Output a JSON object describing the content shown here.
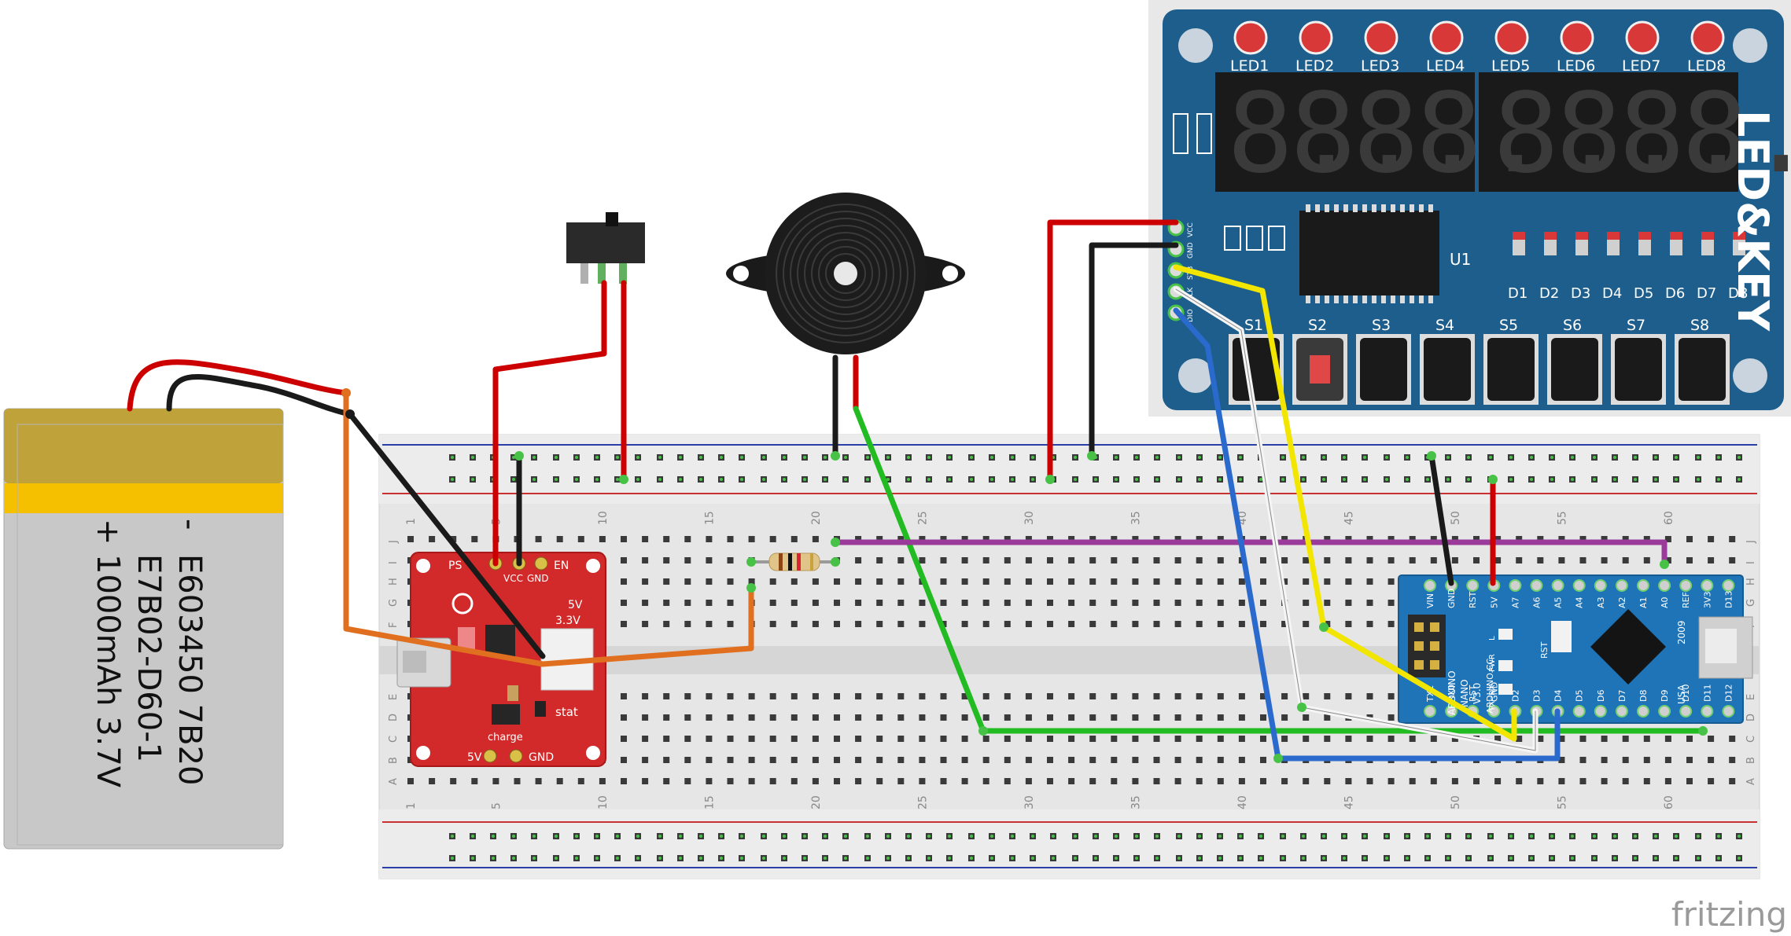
{
  "battery": {
    "polarity_minus": "-",
    "polarity_plus": "+",
    "line1": "E603450 7B20",
    "line2": "E7B02-D60-1",
    "line3": "1000mAh 3.7V"
  },
  "breadboard": {
    "column_numbers": [
      "1",
      "5",
      "10",
      "15",
      "20",
      "25",
      "30",
      "35",
      "40",
      "45",
      "50",
      "55",
      "60"
    ],
    "row_letters_top": [
      "J",
      "I",
      "H",
      "G",
      "F"
    ],
    "row_letters_bottom": [
      "E",
      "D",
      "C",
      "B",
      "A"
    ]
  },
  "charger": {
    "label_ps": "PS",
    "label_vcc": "VCC",
    "label_gnd": "GND",
    "label_en": "EN",
    "label_5v": "5V",
    "label_33v": "3.3V",
    "label_stat": "stat",
    "label_charge": "charge",
    "label_5v_bottom": "5V",
    "label_gnd_bottom": "GND"
  },
  "ledkey": {
    "brand": "LED&KEY",
    "chip": "U1",
    "leds": [
      "LED1",
      "LED2",
      "LED3",
      "LED4",
      "LED5",
      "LED6",
      "LED7",
      "LED8"
    ],
    "diodes": [
      "D1",
      "D2",
      "D3",
      "D4",
      "D5",
      "D6",
      "D7",
      "D8"
    ],
    "switches": [
      "S1",
      "S2",
      "S3",
      "S4",
      "S5",
      "S6",
      "S7",
      "S8"
    ],
    "digits": [
      "8.",
      "8.",
      "8.",
      "8.",
      "8.",
      "8.",
      "8.",
      "8."
    ],
    "pins": [
      "VCC",
      "GND",
      "STB",
      "CLK",
      "DIO"
    ]
  },
  "nano": {
    "top_pins": [
      "VIN",
      "GND",
      "RST",
      "5V",
      "A7",
      "A6",
      "A5",
      "A4",
      "A3",
      "A2",
      "A1",
      "A0",
      "REF",
      "3V3",
      "D13"
    ],
    "bottom_pins": [
      "TX1",
      "RX0",
      "RST",
      "GND",
      "D2",
      "D3",
      "D4",
      "D5",
      "D6",
      "D7",
      "D8",
      "D9",
      "D10",
      "D11",
      "D12"
    ],
    "title": "ARDUINO",
    "title2": "NANO",
    "version": "V3.0",
    "site": "ARDUINO.CC",
    "year": "2009",
    "country": "USA",
    "rst_label": "RST",
    "led_labels": [
      "L",
      "PWR",
      "RX",
      "TX"
    ]
  },
  "watermark": "fritzing",
  "colors": {
    "wire_red": "#cc0000",
    "wire_black": "#1a1a1a",
    "wire_green": "#22bb22",
    "wire_orange": "#e07020",
    "wire_yellow": "#f2e600",
    "wire_blue": "#2a6acc",
    "wire_white": "#f5f5f5",
    "wire_purple": "#9a3a9a",
    "board_blue": "#1d5e8c",
    "charger_red": "#d22a2a",
    "nano_blue": "#1f74b8"
  }
}
